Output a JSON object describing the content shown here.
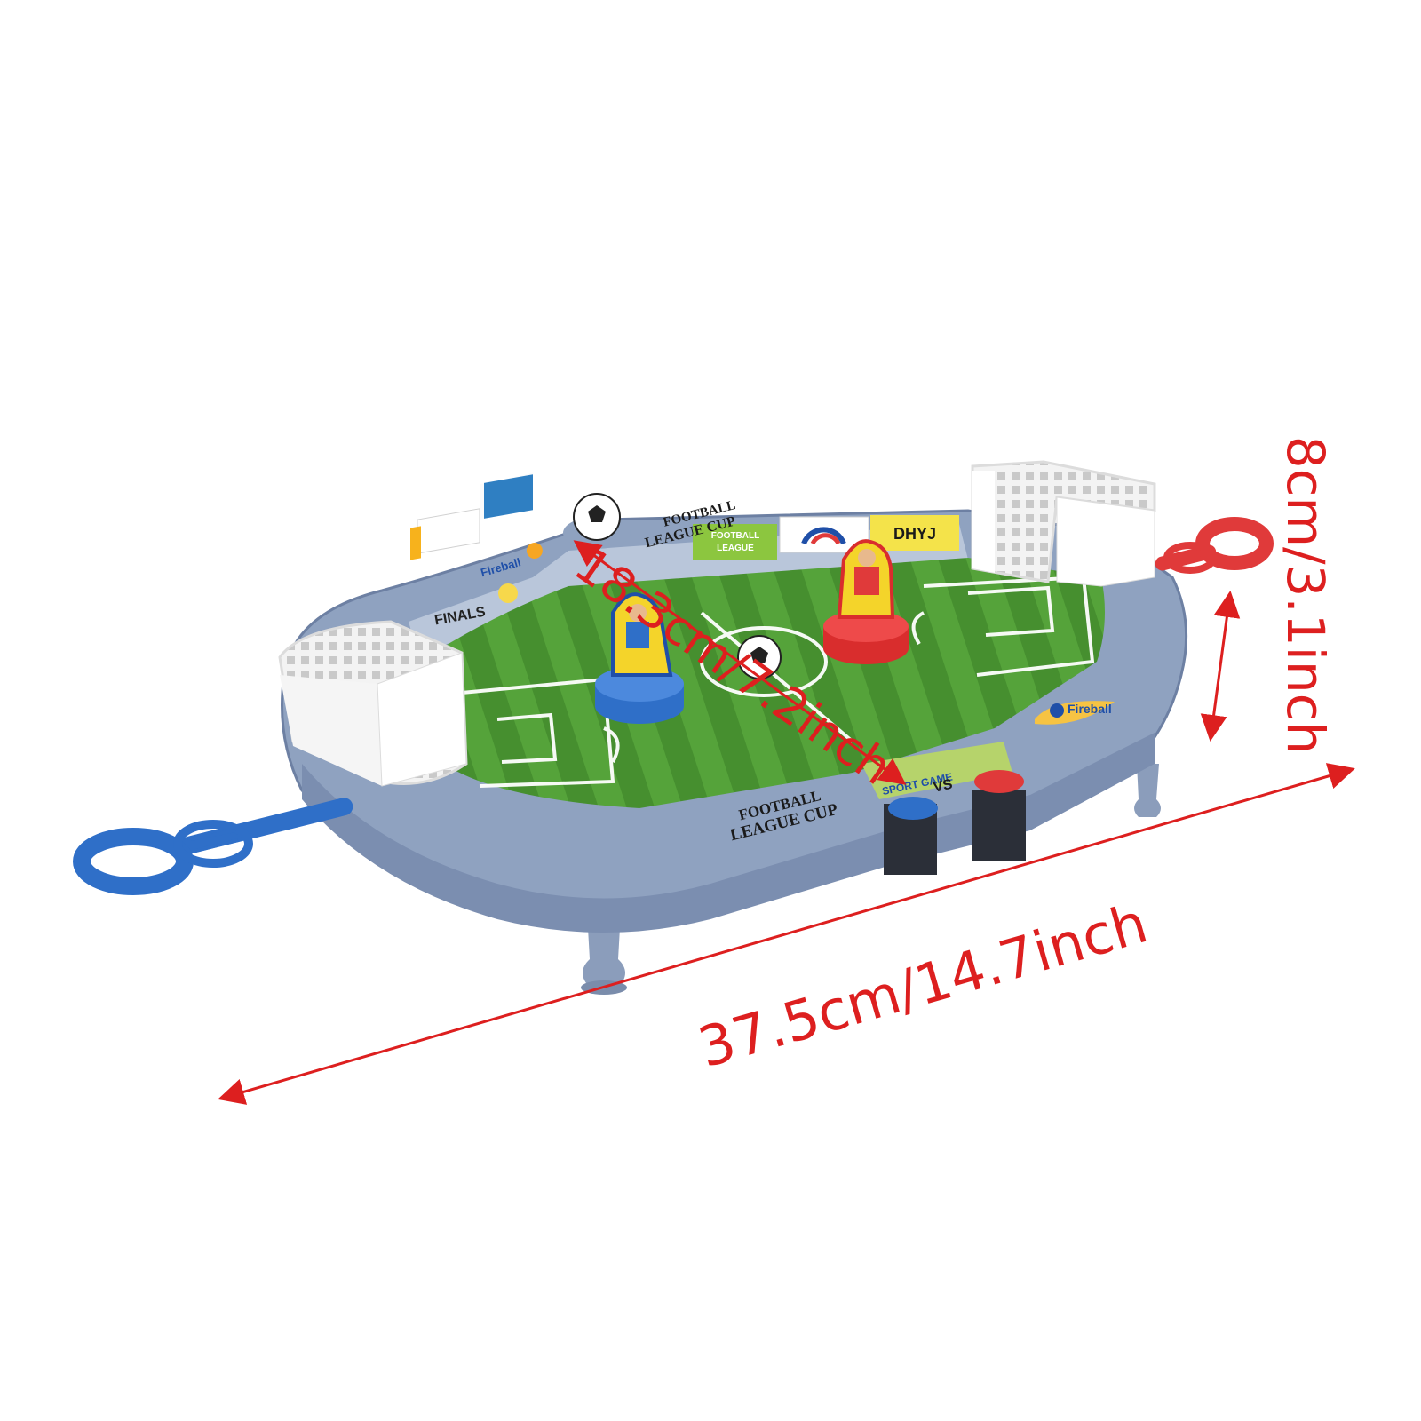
{
  "colors": {
    "dimension": "#dd1f1f",
    "frame": "#8fa2c0",
    "frame_dark": "#6d80a3",
    "pitch": "#4e9a35",
    "pitch_dark": "#3f8a2a",
    "blue_handle": "#2f6fc8",
    "red_handle": "#e03a3a",
    "white": "#ffffff"
  },
  "dimensions": {
    "length": "37.5cm/14.7inch",
    "width": "18.3cm/7.2inch",
    "height": "8cm/3.1inch"
  },
  "branding": {
    "logo_top_line1": "FOOTBALL",
    "logo_top_line2": "LEAGUE CUP",
    "logo_front_line1": "FOOTBALL",
    "logo_front_line2": "LEAGUE CUP",
    "banner_finals": "FINALS",
    "banner_league_line1": "FOOTBALL",
    "banner_league_line2": "LEAGUE",
    "banner_dhyj": "DHYJ",
    "fireball_left": "Fireball",
    "fireball_right": "Fireball",
    "sport_game": "SPORT GAME",
    "vs": "VS"
  }
}
